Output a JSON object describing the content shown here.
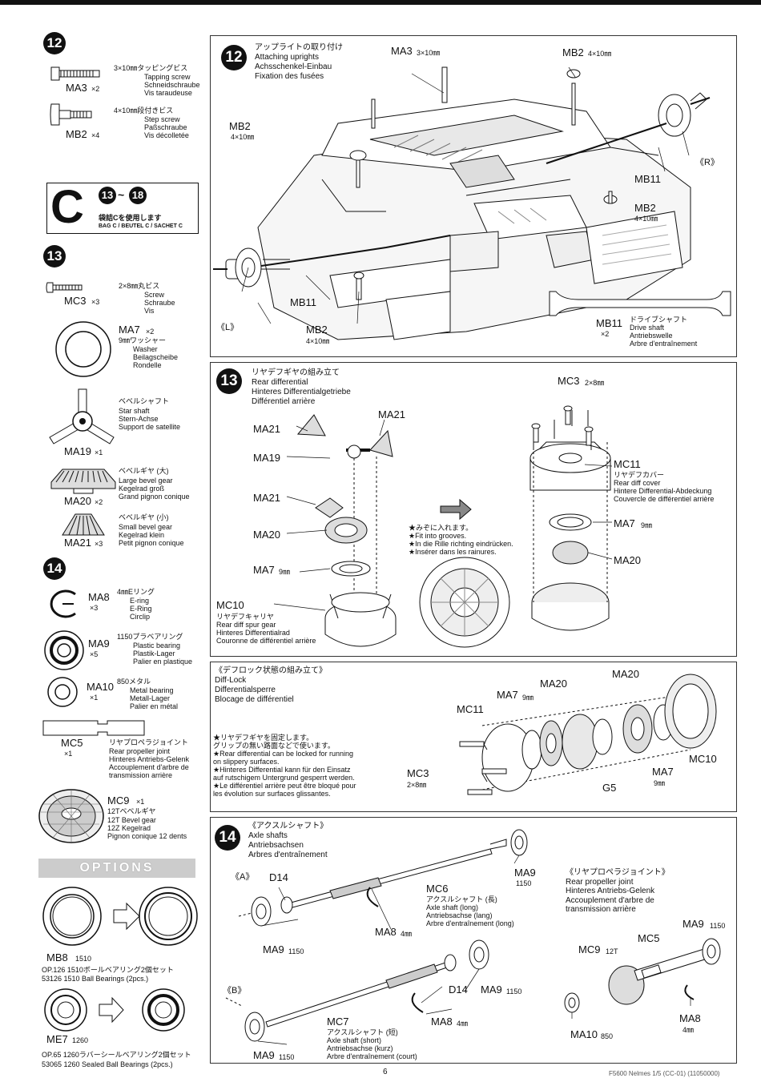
{
  "sidebar": {
    "step12_num": "12",
    "ma3": {
      "spec": "3×10㎜タッピングビス",
      "lines": [
        "Tapping screw",
        "Schneidschraube",
        "Vis taraudeuse"
      ],
      "code": "MA3",
      "qty": "×2"
    },
    "mb2": {
      "spec": "4×10㎜段付きビス",
      "lines": [
        "Step screw",
        "Paßschraube",
        "Vis décolletée"
      ],
      "code": "MB2",
      "qty": "×4"
    },
    "bag": {
      "letter": "C",
      "num_from": "13",
      "num_to": "18",
      "tilde": "~",
      "jp": "袋詰Cを使用します",
      "en": "BAG C / BEUTEL C / SACHET C"
    },
    "step13_num": "13",
    "mc3": {
      "spec": "2×8㎜丸ビス",
      "lines": [
        "Screw",
        "Schraube",
        "Vis"
      ],
      "code": "MC3",
      "qty": "×3"
    },
    "ma7": {
      "code": "MA7",
      "qty": "×2",
      "spec": "9㎜ワッシャー",
      "lines": [
        "Washer",
        "Beilagscheibe",
        "Rondelle"
      ]
    },
    "ma19": {
      "spec": "ベベルシャフト",
      "lines": [
        "Star shaft",
        "Stern-Achse",
        "Support de satellite"
      ],
      "code": "MA19",
      "qty": "×1"
    },
    "ma20": {
      "spec": "ベベルギヤ (大)",
      "lines": [
        "Large bevel gear",
        "Kegelrad groß",
        "Grand pignon conique"
      ],
      "code": "MA20",
      "qty": "×2"
    },
    "ma21": {
      "spec": "ベベルギヤ (小)",
      "lines": [
        "Small bevel gear",
        "Kegelrad klein",
        "Petit pignon conique"
      ],
      "code": "MA21",
      "qty": "×3"
    },
    "step14_num": "14",
    "ma8": {
      "code": "MA8",
      "qty": "×3",
      "spec": "4㎜Eリング",
      "lines": [
        "E-ring",
        "E-Ring",
        "Circlip"
      ]
    },
    "ma9": {
      "code": "MA9",
      "qty": "×5",
      "spec": "1150プラベアリング",
      "lines": [
        "Plastic bearing",
        "Plastik-Lager",
        "Palier en plastique"
      ]
    },
    "ma10": {
      "code": "MA10",
      "qty": "×1",
      "spec": "850メタル",
      "lines": [
        "Metal bearing",
        "Metall-Lager",
        "Palier en métal"
      ]
    },
    "mc5": {
      "code": "MC5",
      "qty": "×1",
      "spec": "リヤプロペラジョイント",
      "lines": [
        "Rear propeller joint",
        "Hinteres Antriebs-Gelenk",
        "Accouplement d'arbre de",
        "transmission arrière"
      ]
    },
    "mc9": {
      "code": "MC9",
      "qty": "×1",
      "spec": "12Tベベルギヤ",
      "lines": [
        "12T Bevel gear",
        "12Z Kegelrad",
        "Pignon conique 12 dents"
      ]
    },
    "options_label": "OPTIONS",
    "mb8": {
      "code": "MB8",
      "size": "1510",
      "op": "OP.126 1510ボールベアリング2個セット",
      "desc": "53126 1510 Ball Bearings (2pcs.)"
    },
    "me7": {
      "code": "ME7",
      "size": "1260",
      "op": "OP.65 1260ラバーシールベアリング2個セット",
      "desc": "53065 1260 Sealed Ball Bearings (2pcs.)"
    }
  },
  "panel12": {
    "num": "12",
    "title_lines": [
      "アップライトの取り付け",
      "Attaching uprights",
      "Achsschenkel-Einbau",
      "Fixation des fusées"
    ],
    "ma3_label": "MA3",
    "ma3_size": "3×10㎜",
    "mb2_top_label": "MB2",
    "mb2_top_size": "4×10㎜",
    "mb2_left_label": "MB2",
    "mb2_left_size": "4×10㎜",
    "mb11_right": "MB11",
    "r_label": "《R》",
    "mb2_right_label": "MB2",
    "mb2_right_size": "4×10㎜",
    "mb11_left": "MB11",
    "l_label": "《L》",
    "mb2_bottom_label": "MB2",
    "mb2_bottom_size": "4×10㎜",
    "driveshaft": {
      "code": "MB11",
      "qty": "×2",
      "jp": "ドライブシャフト",
      "lines": [
        "Drive shaft",
        "Antriebswelle",
        "Arbre d'entraînement"
      ]
    }
  },
  "panel13": {
    "num": "13",
    "title_lines": [
      "リヤデフギヤの組み立て",
      "Rear differential",
      "Hinteres Differentialgetriebe",
      "Différentiel arrière"
    ],
    "labels": {
      "ma21_a": "MA21",
      "ma21_b": "MA21",
      "ma19": "MA19",
      "ma21_c": "MA21",
      "ma20": "MA20",
      "ma7": "MA7",
      "ma7_size": "9㎜"
    },
    "mc10": {
      "code": "MC10",
      "jp": "リヤデフキャリヤ",
      "lines": [
        "Rear diff spur gear",
        "Hinteres Differentialrad",
        "Couronne de différentiel arrière"
      ]
    },
    "grooves": [
      "★みぞに入れます。",
      "★Fit into grooves.",
      "★In die Rille richting eindrücken.",
      "★Insérer dans les rainures."
    ],
    "mc3_label": "MC3",
    "mc3_size": "2×8㎜",
    "mc11": {
      "code": "MC11",
      "jp": "リヤデフカバー",
      "lines": [
        "Rear diff cover",
        "Hintere Differential-Abdeckung",
        "Couvercle de différentiel arrière"
      ]
    },
    "ma7_r": "MA7",
    "ma7_r_size": "9㎜",
    "ma20_r": "MA20"
  },
  "difflock": {
    "title_lines": [
      "《デフロック状態の組み立て》",
      "Diff-Lock",
      "Differentialsperre",
      "Blocage de différentiel"
    ],
    "notes": [
      "★リヤデフギヤを固定します。",
      "グリップの無い路面などで使います。",
      "★Rear differential can be locked for running",
      "on slippery surfaces.",
      "★Hinteres Differential kann für den Einsatz",
      "auf rutschigem Untergrund gesperrt werden.",
      "★Le différentiel arrière peut être bloqué pour",
      "les évolution sur surfaces glissantes."
    ],
    "labels": {
      "ma20_a": "MA20",
      "ma20_b": "MA20",
      "ma7_a": "MA7",
      "ma7_a_size": "9㎜",
      "mc11": "MC11",
      "mc3": "MC3",
      "mc3_size": "2×8㎜",
      "mc10": "MC10",
      "ma7_b": "MA7",
      "ma7_b_size": "9㎜",
      "g5": "G5"
    }
  },
  "panel14": {
    "num": "14",
    "title_lines": [
      "《アクスルシャフト》",
      "Axle shafts",
      "Antriebsachsen",
      "Arbres d'entraînement"
    ],
    "a_label": "《A》",
    "b_label": "《B》",
    "labels": {
      "d14_a": "D14",
      "ma9_a_top": "MA9",
      "ma9_a_top_size": "1150",
      "ma8_a": "MA8",
      "ma8_a_size": "4㎜",
      "ma9_a_bot": "MA9",
      "ma9_a_bot_size": "1150",
      "d14_b": "D14",
      "ma9_b_right": "MA9",
      "ma9_b_right_size": "1150",
      "ma8_b": "MA8",
      "ma8_b_size": "4㎜",
      "ma9_b_bot": "MA9",
      "ma9_b_bot_size": "1150"
    },
    "mc6": {
      "code": "MC6",
      "jp": "アクスルシャフト (長)",
      "lines": [
        "Axle shaft (long)",
        "Antriebsachse (lang)",
        "Arbre d'entraînement (long)"
      ]
    },
    "mc7": {
      "code": "MC7",
      "jp": "アクスルシャフト (短)",
      "lines": [
        "Axle shaft (short)",
        "Antriebsachse (kurz)",
        "Arbre d'entraînement (court)"
      ]
    },
    "joint_title": [
      "《リヤプロペラジョイント》",
      "Rear propeller joint",
      "Hinteres Antriebs-Gelenk",
      "Accouplement d'arbre de",
      "transmission arrière"
    ],
    "joint_labels": {
      "ma9": "MA9",
      "ma9_size": "1150",
      "mc5": "MC5",
      "mc9": "MC9",
      "mc9_size": "12T",
      "ma8": "MA8",
      "ma8_size": "4㎜",
      "ma10": "MA10",
      "ma10_size": "850"
    }
  },
  "footer": {
    "page_num": "6",
    "code": "F5600 Nelmes 1/5 (CC-01) (11050000)"
  }
}
